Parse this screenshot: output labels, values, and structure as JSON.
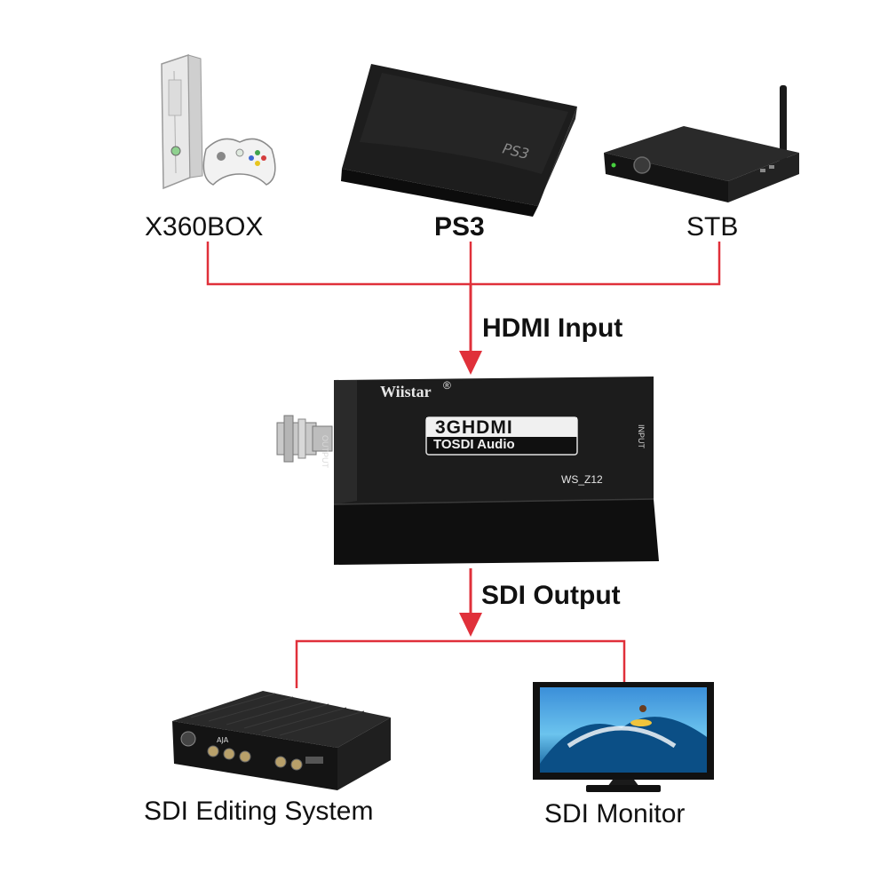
{
  "sources": [
    {
      "id": "xbox",
      "label": "X360BOX",
      "icon": "game-console-icon"
    },
    {
      "id": "ps3",
      "label": "PS3",
      "icon": "game-console-icon"
    },
    {
      "id": "stb",
      "label": "STB",
      "icon": "set-top-box-icon"
    }
  ],
  "flow": {
    "input_label": "HDMI Input",
    "output_label": "SDI Output"
  },
  "converter": {
    "brand": "Wiistar",
    "brand_mark": "®",
    "title_line1": "3GHDMI",
    "title_line2": "TOSDI Audio",
    "model": "WS_Z12",
    "output_port": "OUTPUT",
    "input_port": "INPUT"
  },
  "destinations": [
    {
      "id": "editing",
      "label": "SDI Editing System",
      "icon": "editing-deck-icon"
    },
    {
      "id": "monitor",
      "label": "SDI Monitor",
      "icon": "monitor-icon"
    }
  ],
  "colors": {
    "connector_line": "#e0303a",
    "device_body": "#1a1a1a",
    "label_text": "#111111"
  }
}
